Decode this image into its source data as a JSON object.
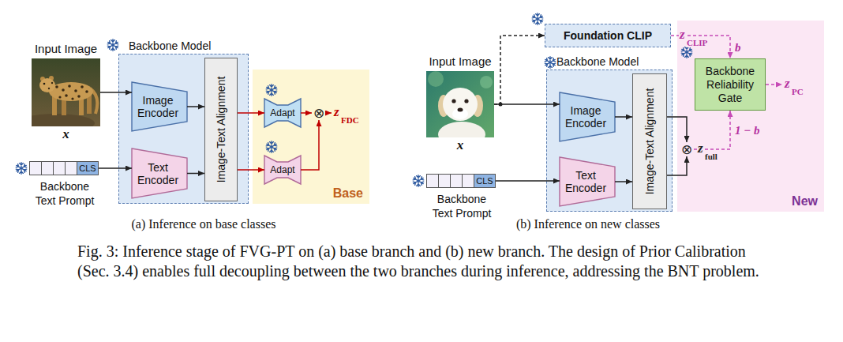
{
  "diagram": {
    "caption": "Fig. 3: Inference stage of FVG-PT on (a) base branch and (b) new branch. The design of Prior Calibration (Sec. 3.4) enables full decoupling between the two branches during inference, addressing the BNT problem.",
    "nodes": [
      {
        "text": [
          "Input Image",
          "x"
        ]
      },
      {
        "text": [
          "Backbone Model"
        ]
      },
      {
        "text": [
          "Image Encoder"
        ],
        "in": 1
      },
      {
        "text": [
          "Text Encoder"
        ],
        "in": 1
      },
      {
        "text": [
          "Image-Text Alignment"
        ],
        "in": 1
      },
      {
        "text": [
          "CLS",
          "Backbone Text Prompt"
        ]
      },
      {
        "text": [
          "Base"
        ]
      },
      {
        "text": [
          "Adapt"
        ],
        "in": 6
      },
      {
        "text": [
          "Adapt"
        ],
        "in": 6
      },
      {
        "text": [
          "⊗"
        ],
        "in": 6
      },
      {
        "text": [
          "Foundation CLIP"
        ]
      },
      {
        "text": [
          "Input Image",
          "x"
        ]
      },
      {
        "text": [
          "Backbone Model"
        ]
      },
      {
        "text": [
          "Image Encoder"
        ],
        "in": 12
      },
      {
        "text": [
          "Text Encoder"
        ],
        "in": 12
      },
      {
        "text": [
          "Image-Text Alignment"
        ],
        "in": 12
      },
      {
        "text": [
          "CLS",
          "Backbone Text Prompt"
        ]
      },
      {
        "text": [
          "New"
        ]
      },
      {
        "text": [
          "Backbone Reliability Gate"
        ],
        "in": 17
      },
      {
        "text": [
          "⊗"
        ],
        "in": 17
      }
    ],
    "edges": [
      {
        "from": 0,
        "to": 2,
        "arrow": "to"
      },
      {
        "from": 5,
        "to": 3,
        "arrow": "to"
      },
      {
        "from": 2,
        "to": 4,
        "arrow": "to"
      },
      {
        "from": 3,
        "to": 4,
        "arrow": "to"
      },
      {
        "from": 4,
        "to": 7,
        "arrow": "to"
      },
      {
        "from": 4,
        "to": 8,
        "arrow": "to"
      },
      {
        "from": 7,
        "to": 9,
        "arrow": "to"
      },
      {
        "from": 8,
        "to": 9,
        "arrow": "to"
      },
      {
        "from": 11,
        "to": 13,
        "arrow": "to"
      },
      {
        "from": 11,
        "to": 10,
        "arrow": "to"
      },
      {
        "from": 16,
        "to": 14,
        "arrow": "to"
      },
      {
        "from": 13,
        "to": 15,
        "arrow": "to"
      },
      {
        "from": 14,
        "to": 15,
        "arrow": "to"
      },
      {
        "from": 15,
        "to": 19,
        "arrow": "to"
      },
      {
        "from": 15,
        "to": 19,
        "arrow": "to"
      },
      {
        "from": 10,
        "to": 18,
        "label": "b",
        "arrow": "to"
      },
      {
        "from": 19,
        "to": 18,
        "label": "1 − b",
        "arrow": "to"
      }
    ],
    "labels": [
      "z",
      "FDC",
      "(a) Inference on base classes",
      "z",
      "CLIP",
      "z",
      "PC",
      "z",
      "full",
      "(b) Inference on new classes"
    ]
  }
}
